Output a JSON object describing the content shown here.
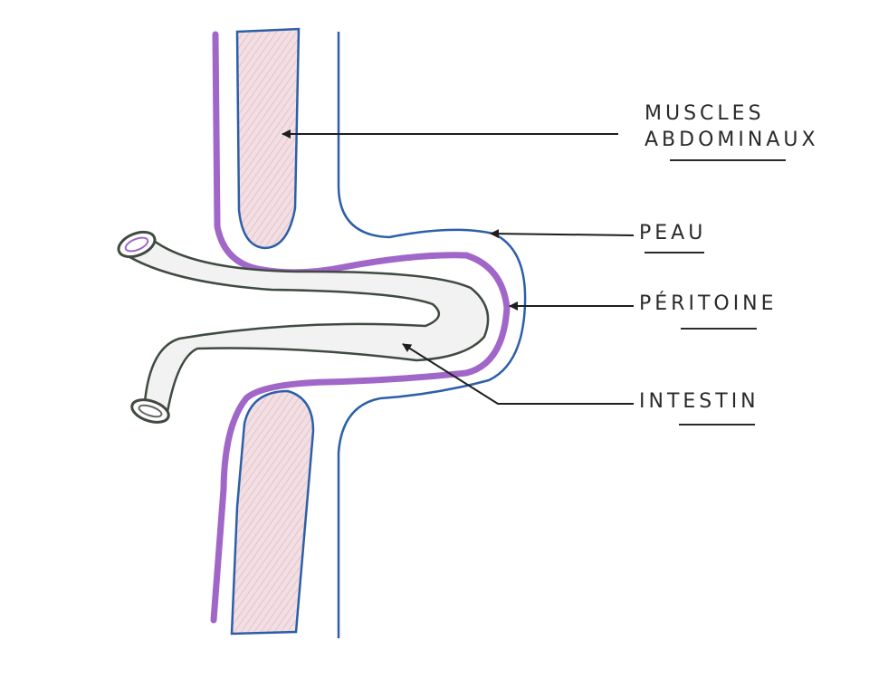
{
  "labels": {
    "muscles_line1": "MUSCLES",
    "muscles_line2": "ABDOMINAUX",
    "peau": "PEAU",
    "peritoine": "PÉRITOINE",
    "intestin": "INTESTIN"
  },
  "colors": {
    "background": "#ffffff",
    "muscle_fill": "#f1dfe3",
    "muscle_hatch": "#e7c3cb",
    "skin_line": "#2d5fa8",
    "peritoneum_line": "#a066c8",
    "intestine_outline": "#3f4a40",
    "intestine_fill": "#f2f2f3",
    "pointer_line": "#1e1e1e",
    "label_text": "#2a2a2a"
  },
  "icons": [
    "arrowhead-icon"
  ]
}
